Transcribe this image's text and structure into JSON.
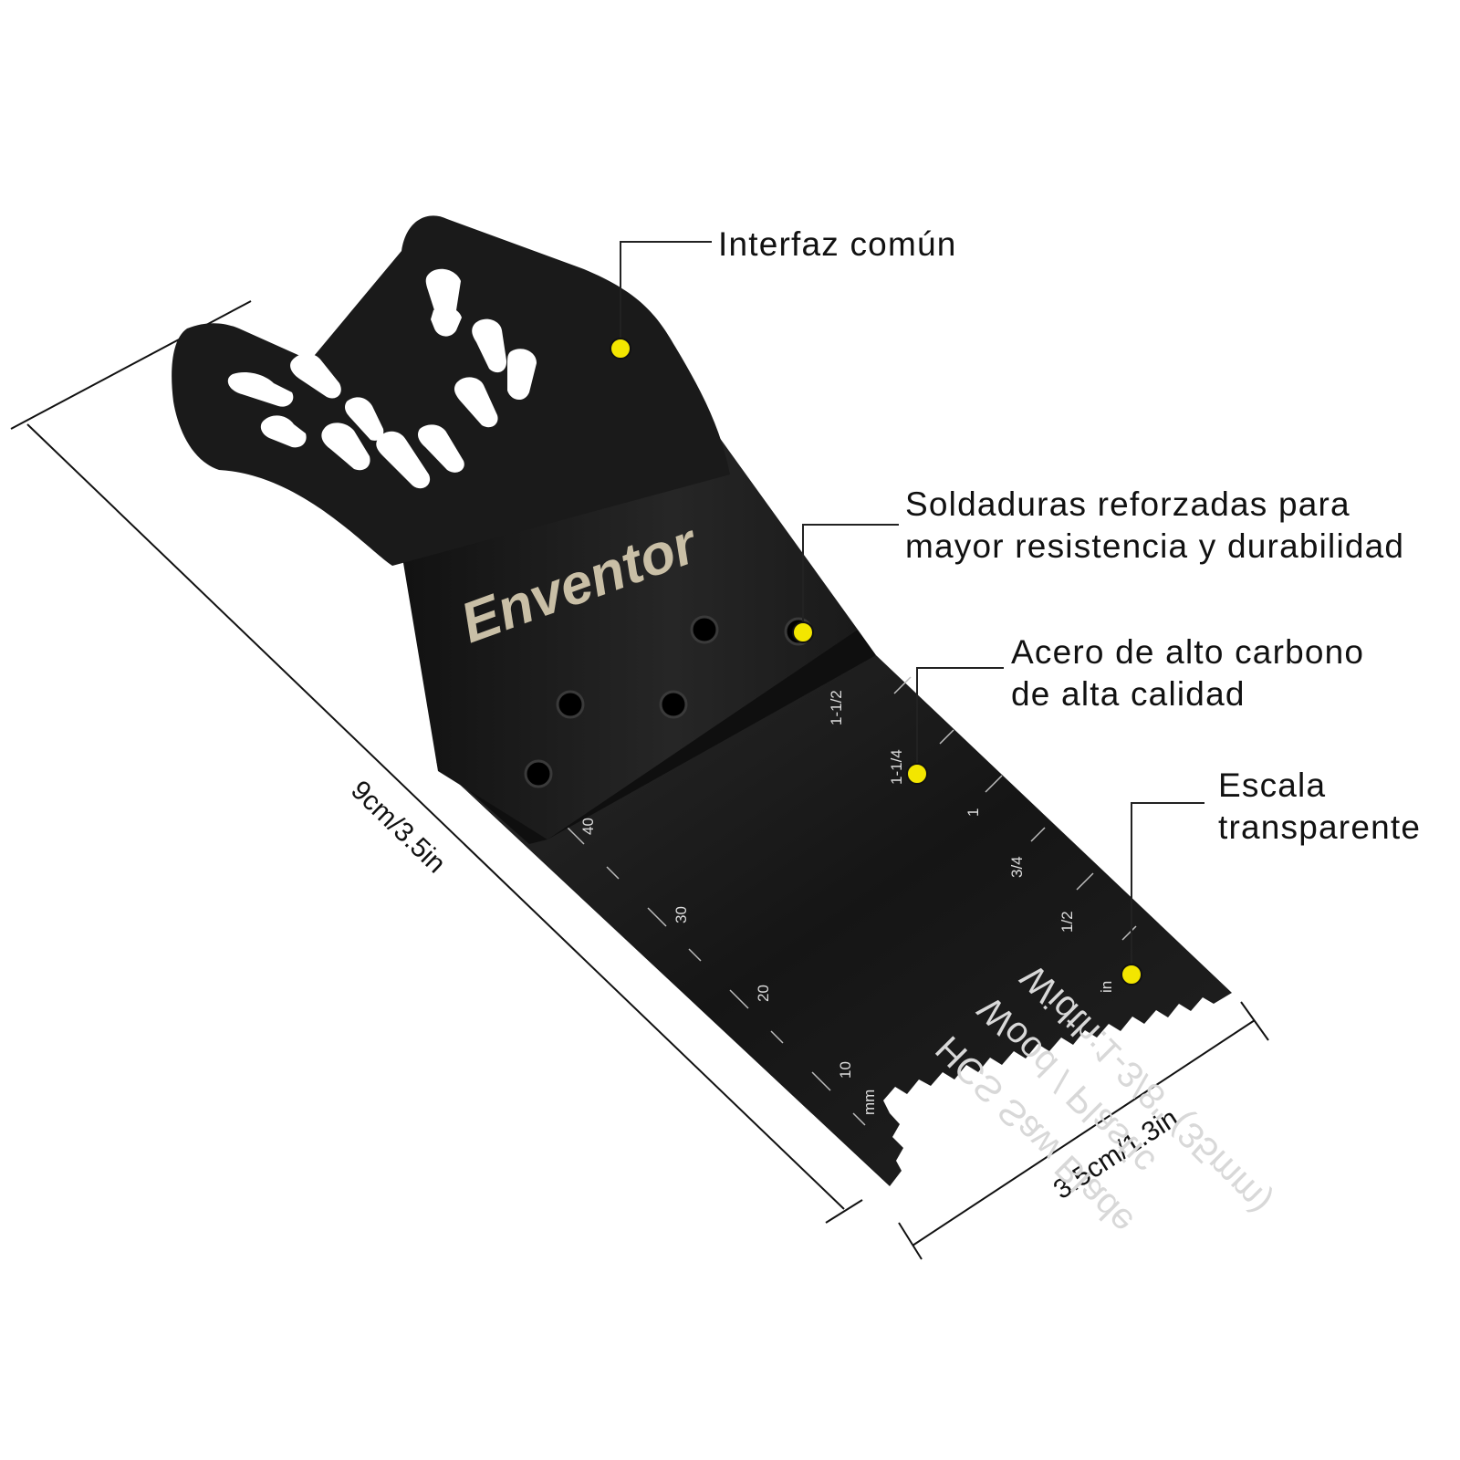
{
  "callouts": {
    "interface": {
      "line1": "Interfaz común"
    },
    "welds": {
      "line1": "Soldaduras reforzadas para",
      "line2": "mayor resistencia y durabilidad"
    },
    "steel": {
      "line1": "Acero de alto carbono",
      "line2": "de alta calidad"
    },
    "scale": {
      "line1": "Escala",
      "line2": "transparente"
    }
  },
  "dimensions": {
    "length": "9cm/3.5in",
    "width": "3.5cm/1.3in"
  },
  "blade": {
    "brand": "Enventor",
    "text_line1": "HCS Saw Blade",
    "text_line2": "Wood / Plastic",
    "text_line3": "Width:1-3/8\" (35mm)",
    "metric_labels": [
      "mm",
      "10",
      "20",
      "30",
      "40"
    ],
    "inch_labels": [
      "in",
      "1/2",
      "3/4",
      "1",
      "1-1/4",
      "1-1/2"
    ]
  },
  "colors": {
    "marker": "#f3e600",
    "blade": "#1b1b1b",
    "blade_edge": "#2d2d2d",
    "leader": "#222222"
  }
}
